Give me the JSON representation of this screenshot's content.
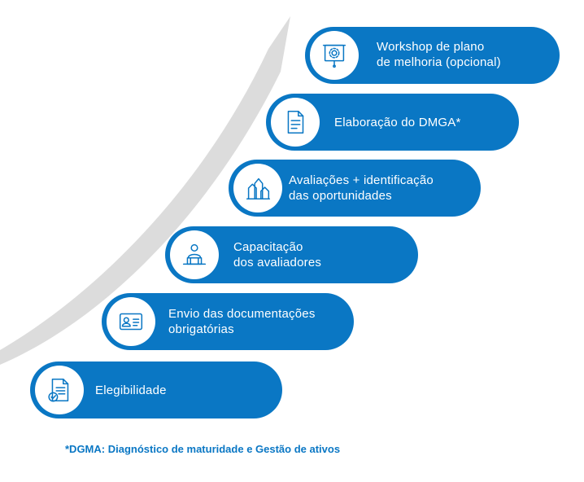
{
  "colors": {
    "step_fill": "#0a77c4",
    "icon_stroke": "#0a77c4",
    "arrow": "#dcdcdc",
    "footnote": "#0a77c4"
  },
  "steps": [
    {
      "label": "Workshop de plano\nde melhoria (opcional)",
      "icon": "presentation-board-gear-icon"
    },
    {
      "label": "Elaboração do DMGA*",
      "icon": "document-icon"
    },
    {
      "label": "Avaliações + identificação\ndas oportunidades",
      "icon": "growth-arrows-icon"
    },
    {
      "label": "Capacitação\ndos avaliadores",
      "icon": "speaker-podium-icon"
    },
    {
      "label": "Envio das documentações\nobrigatórias",
      "icon": "id-card-icon"
    },
    {
      "label": "Elegibilidade",
      "icon": "checklist-document-icon"
    }
  ],
  "footnote": "*DGMA: Diagnóstico de maturidade e Gestão de ativos"
}
